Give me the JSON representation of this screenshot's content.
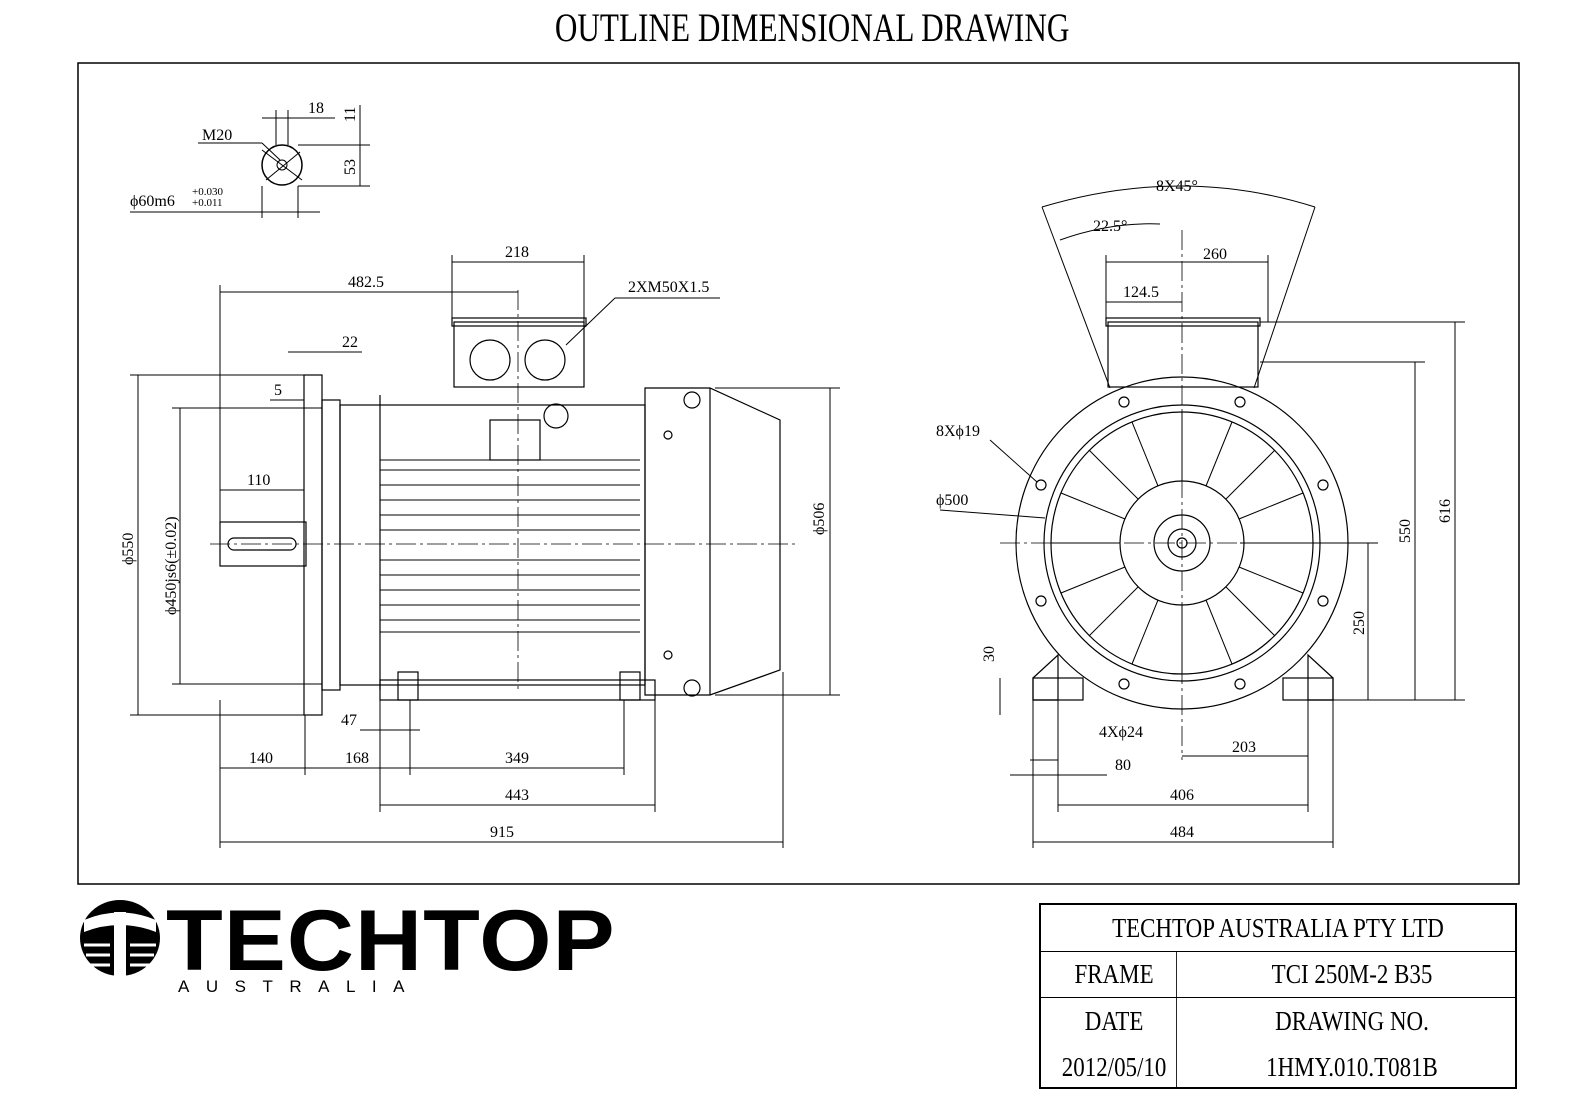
{
  "title": "OUTLINE DIMENSIONAL DRAWING",
  "shaft_detail": {
    "thread": "M20",
    "dims": [
      "18",
      "11",
      "53"
    ],
    "diameter": "ϕ60m6",
    "tol_upper": "+0.030",
    "tol_lower": "+0.011"
  },
  "side_view": {
    "dims": {
      "box_width": "218",
      "to_box_center": "482.5",
      "flange_thick": "22",
      "spigot": "5",
      "shaft_len": "110",
      "flange_dia": "ϕ550",
      "spigot_dia": "ϕ450js6(±0.02)",
      "foot_gap": "47",
      "d140": "140",
      "d168": "168",
      "d349": "349",
      "d443": "443",
      "d915": "915",
      "fan_dia": "ϕ506"
    },
    "thread_note": "2XM50X1.5"
  },
  "front_view": {
    "dims": {
      "angle_pattern": "8X45°",
      "angle_offset": "22.5°",
      "d260": "260",
      "d124_5": "124.5",
      "holes": "8Xϕ19",
      "pcd": "ϕ500",
      "d30": "30",
      "foot_holes": "4Xϕ24",
      "d80": "80",
      "d203": "203",
      "d406": "406",
      "d484": "484",
      "d250": "250",
      "d550": "550",
      "d616": "616"
    }
  },
  "brand": {
    "name": "TECHTOP",
    "sub": "AUSTRALIA"
  },
  "title_block": {
    "company": "TECHTOP AUSTRALIA PTY LTD",
    "frame_label": "FRAME",
    "frame_value": "TCI 250M-2 B35",
    "date_label": "DATE",
    "drawing_no_label": "DRAWING NO.",
    "date_value": "2012/05/10",
    "drawing_no_value": "1HMY.010.T081B"
  }
}
